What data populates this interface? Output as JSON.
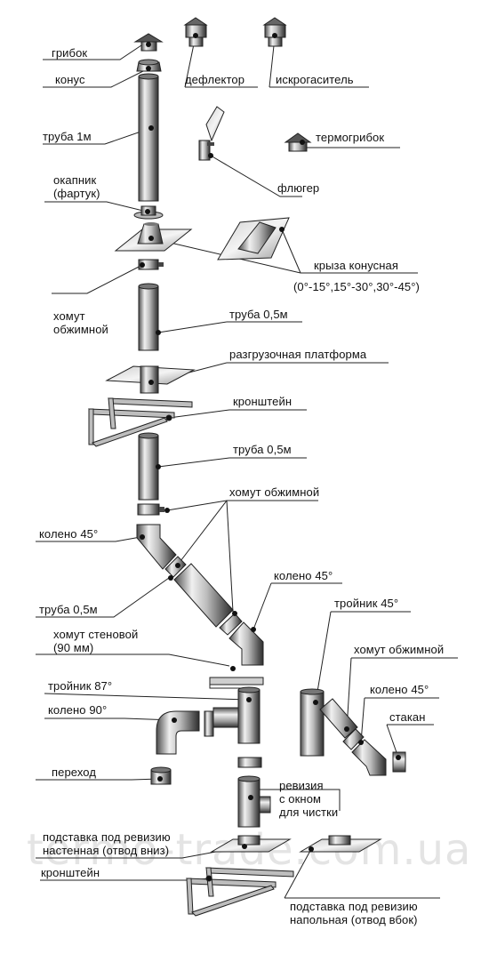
{
  "colors": {
    "metal_dark": "#3a3a3a",
    "metal_light": "#e9e9e9",
    "line": "#222222",
    "watermark": "#e2e2e2"
  },
  "watermark": "termo-trade.com.ua",
  "labels": {
    "gribok": "грибок",
    "konus": "конус",
    "deflektor": "дефлектор",
    "iskrogasitel": "искрогаситель",
    "truba_1m": "труба 1м",
    "termogribok": "термогрибок",
    "okapnik": "окапник\n(фартук)",
    "fluger": "флюгер",
    "kryza": "крыза конусная",
    "kryza_angles": "(0°-15°,15°-30°,30°-45°)",
    "homut_obzhimnoy_1": "хомут\nобжимной",
    "truba_05_1": "труба 0,5м",
    "razgruzochnaya": "разгрузочная платформа",
    "kronshteyn_1": "кронштейн",
    "truba_05_2": "труба 0,5м",
    "homut_obzhimnoy_2": "хомут обжимной",
    "koleno45_1": "колено 45°",
    "koleno45_2": "колено 45°",
    "troynik45": "тройник 45°",
    "truba_05_3": "труба 0,5м",
    "homut_stenovoy": "хомут стеновой\n(90 мм)",
    "homut_obzhimnoy_3": "хомут обжимной",
    "troynik87": "тройник 87°",
    "koleno45_3": "колено 45°",
    "koleno90": "колено 90°",
    "stakan": "стакан",
    "perehod": "переход",
    "reviziya": "ревизия\nс окном\nдля чистки",
    "podstavka_nastennaya": "подставка под ревизию\nнастенная (отвод вниз)",
    "kronshteyn_2": "кронштейн",
    "podstavka_napolnaya": "подставка под ревизию\nнапольная (отвод вбок)"
  }
}
